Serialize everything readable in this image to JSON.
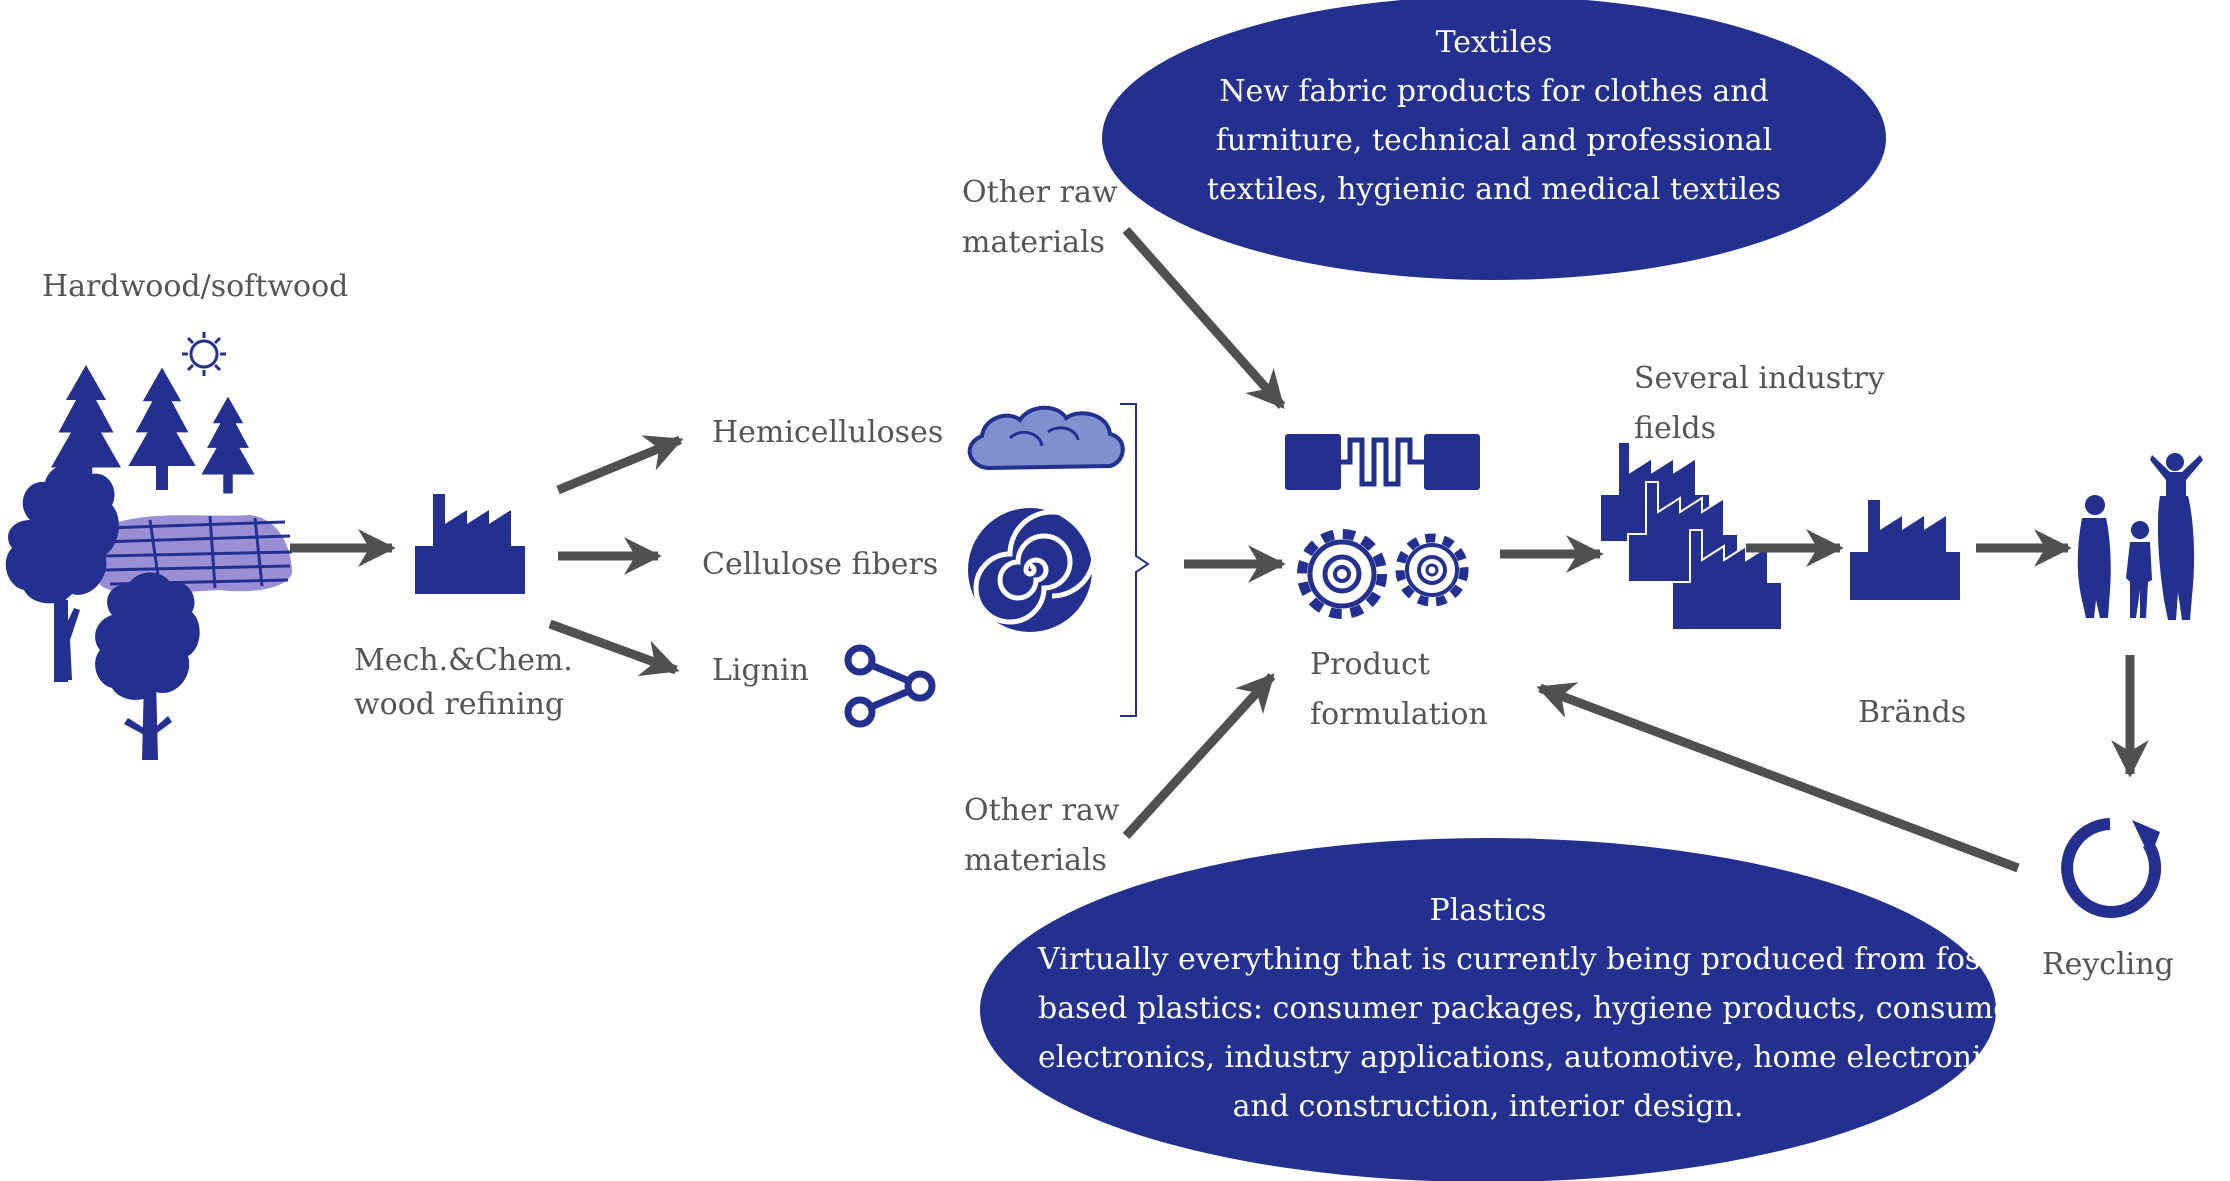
{
  "colors": {
    "primary": "#23308f",
    "light_blue": "#7f8fd0",
    "arrow": "#505050",
    "text": "#555555",
    "ellipse_text": "#ffffff"
  },
  "labels": {
    "hardwood": "Hardwood/softwood",
    "refining_1": "Mech.&Chem.",
    "refining_2": "wood refining",
    "hemicelluloses": "Hemicelluloses",
    "cellulose": "Cellulose fibers",
    "lignin": "Lignin",
    "other_raw_top_1": "Other raw",
    "other_raw_top_2": "materials",
    "other_raw_bottom_1": "Other raw",
    "other_raw_bottom_2": "materials",
    "product_1": "Product",
    "product_2": "formulation",
    "industry_1": "Several industry",
    "industry_2": "fields",
    "brands": "Bränds",
    "recycling": "Reycling"
  },
  "textiles": {
    "title": "Textiles",
    "lines": [
      "New fabric products for clothes and",
      "furniture, technical and professional",
      "textiles, hygienic and medical textiles"
    ]
  },
  "plastics": {
    "title": "Plastics",
    "lines": [
      "Virtually everything that is currently being produced from fossil-",
      "based plastics: consumer packages, hygiene products, consumer",
      "electronics, industry applications, automotive, home electronics",
      "and construction, interior design."
    ]
  },
  "icons": [
    "sun-icon",
    "conifer-tree-icon",
    "deciduous-tree-icon",
    "log-pile-icon",
    "factory-icon",
    "cloud-icon",
    "spiral-icon",
    "molecule-icon",
    "fiber-coil-icon",
    "gears-icon",
    "factories-group-icon",
    "family-icon",
    "recycle-icon"
  ]
}
